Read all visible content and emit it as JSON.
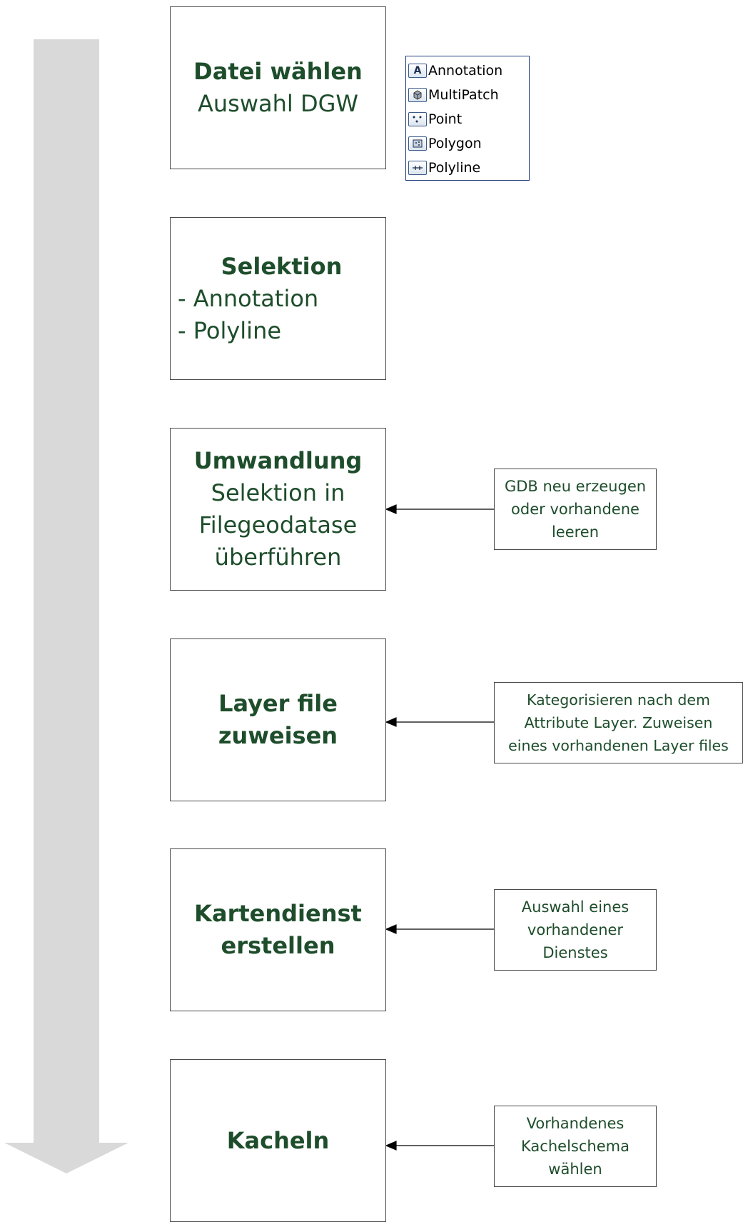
{
  "steps": [
    {
      "title": "Datei wählen",
      "lines": [
        "Auswahl DGW"
      ]
    },
    {
      "title": "Selektion",
      "lines": [
        "- Annotation",
        "- Polyline"
      ]
    },
    {
      "title": "Umwandlung",
      "lines": [
        "Selektion in",
        "Filegeodatase",
        "überführen"
      ]
    },
    {
      "title": "Layer file",
      "lines": [
        "zuweisen"
      ]
    },
    {
      "title": "Kartendienst",
      "lines": [
        "erstellen"
      ]
    },
    {
      "title": "Kacheln",
      "lines": []
    }
  ],
  "legend": {
    "items": [
      {
        "icon": "annotation-icon",
        "label": "Annotation"
      },
      {
        "icon": "multipatch-icon",
        "label": "MultiPatch"
      },
      {
        "icon": "point-icon",
        "label": "Point"
      },
      {
        "icon": "polygon-icon",
        "label": "Polygon"
      },
      {
        "icon": "polyline-icon",
        "label": "Polyline"
      }
    ]
  },
  "notes": [
    {
      "lines": [
        "GDB neu erzeugen",
        "oder vorhandene",
        "leeren"
      ]
    },
    {
      "lines": [
        "Kategorisieren nach dem",
        "Attribute Layer. Zuweisen",
        "eines vorhandenen Layer files"
      ]
    },
    {
      "lines": [
        "Auswahl eines",
        "vorhandener",
        "Dienstes"
      ]
    },
    {
      "lines": [
        "Vorhandenes",
        "Kachelschema",
        "wählen"
      ]
    }
  ],
  "colors": {
    "text": "#1e4d2b",
    "flow_arrow": "#d9d9d9",
    "border": "#4a4a4a",
    "legend_border": "#1f3b7a"
  }
}
